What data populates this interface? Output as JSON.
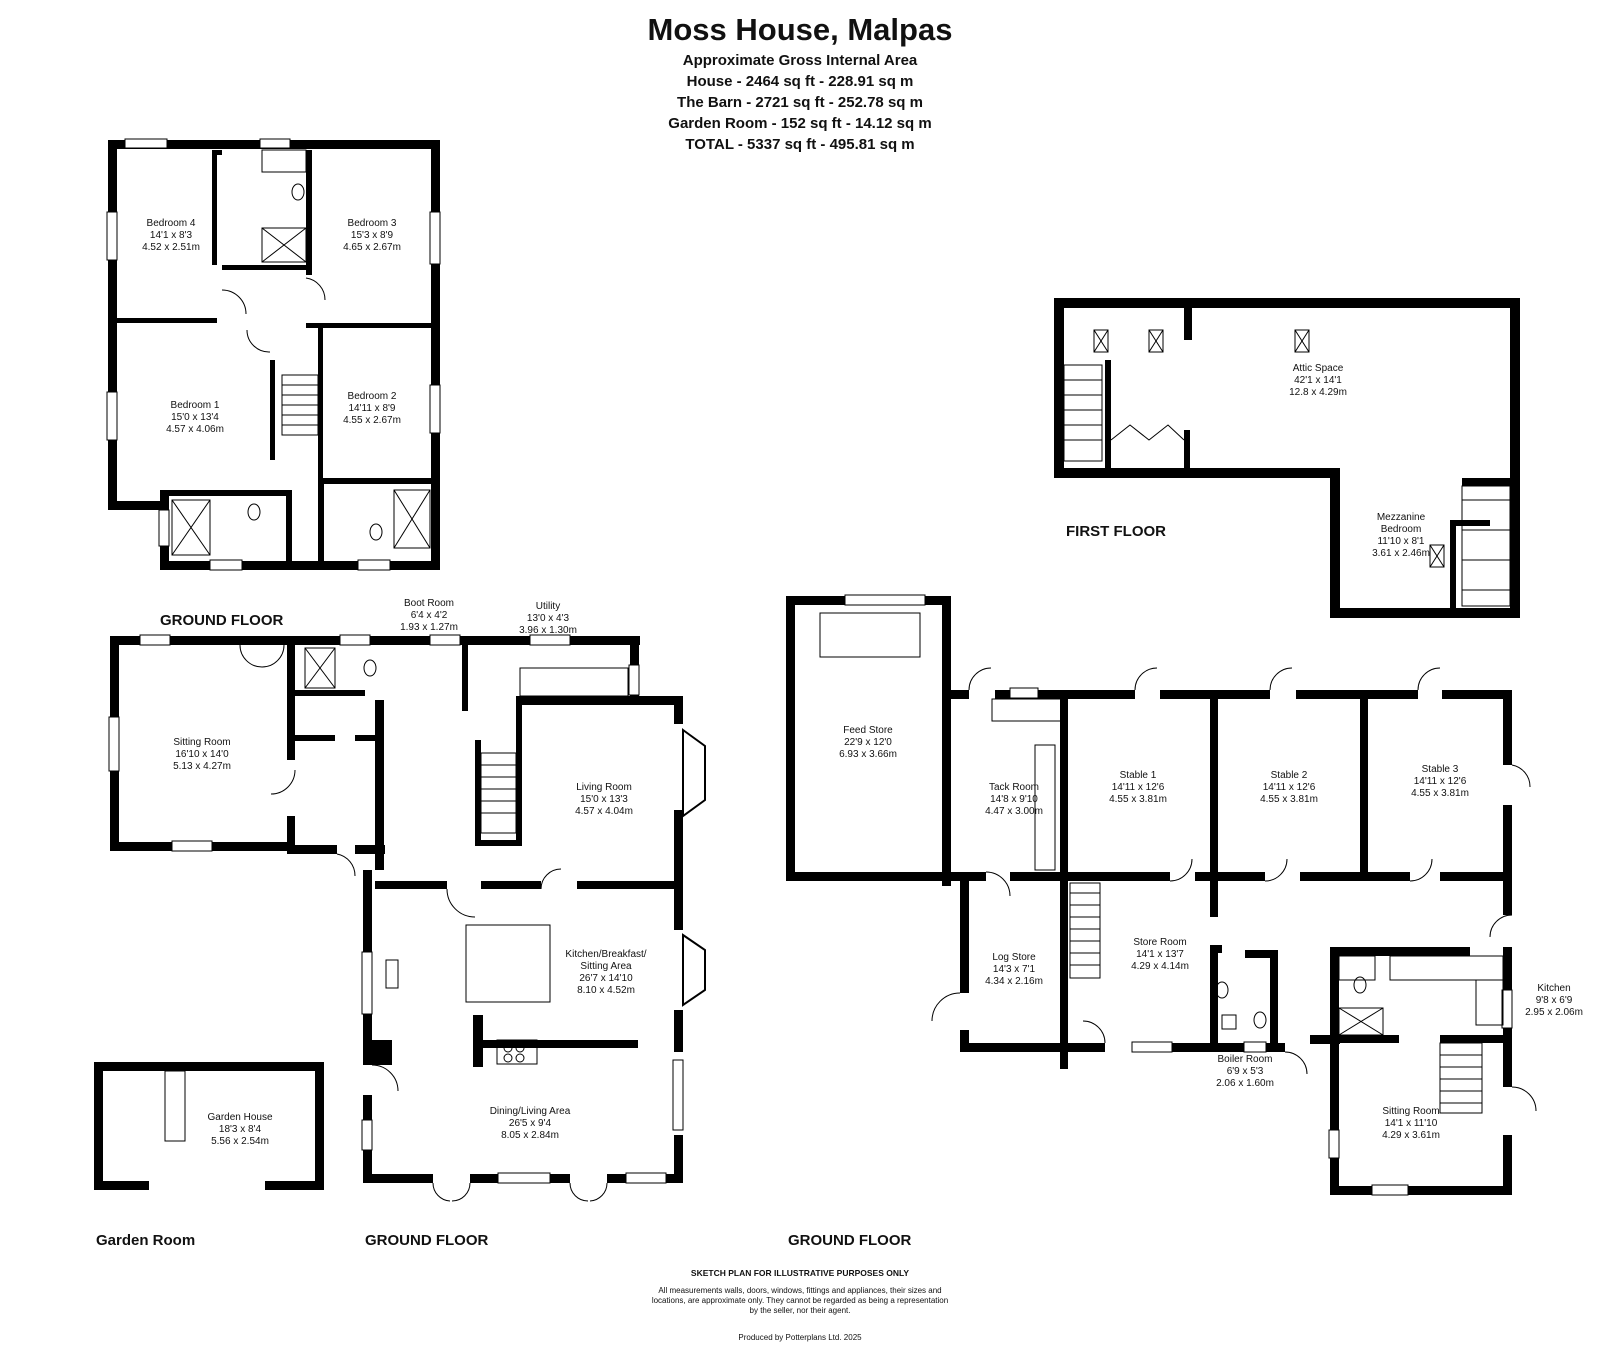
{
  "header": {
    "title": "Moss House, Malpas",
    "lines": [
      "Approximate Gross Internal Area",
      "House - 2464 sq ft - 228.91 sq m",
      "The Barn - 2721 sq ft - 252.78 sq m",
      "Garden Room - 152 sq ft - 14.12 sq m",
      "TOTAL - 5337 sq ft - 495.81 sq m"
    ]
  },
  "floors": {
    "house_first": "GROUND FLOOR",
    "house_ground": "GROUND FLOOR",
    "garden_room": "Garden Room",
    "barn_first": "FIRST FLOOR",
    "barn_ground": "GROUND FLOOR"
  },
  "rooms": {
    "bedroom4": {
      "name": "Bedroom 4",
      "imp": "14'1 x 8'3",
      "met": "4.52 x 2.51m"
    },
    "bedroom3": {
      "name": "Bedroom 3",
      "imp": "15'3 x 8'9",
      "met": "4.65 x 2.67m"
    },
    "bedroom1": {
      "name": "Bedroom 1",
      "imp": "15'0 x 13'4",
      "met": "4.57 x 4.06m"
    },
    "bedroom2": {
      "name": "Bedroom 2",
      "imp": "14'11 x 8'9",
      "met": "4.55 x 2.67m"
    },
    "boot": {
      "name": "Boot Room",
      "imp": "6'4 x 4'2",
      "met": "1.93 x 1.27m"
    },
    "utility": {
      "name": "Utility",
      "imp": "13'0 x 4'3",
      "met": "3.96 x 1.30m"
    },
    "sitting": {
      "name": "Sitting Room",
      "imp": "16'10 x 14'0",
      "met": "5.13 x 4.27m"
    },
    "living": {
      "name": "Living Room",
      "imp": "15'0 x 13'3",
      "met": "4.57 x 4.04m"
    },
    "kitchen": {
      "name": "Kitchen/Breakfast/",
      "name2": "Sitting Area",
      "imp": "26'7 x 14'10",
      "met": "8.10 x 4.52m"
    },
    "dining": {
      "name": "Dining/Living Area",
      "imp": "26'5 x 9'4",
      "met": "8.05 x 2.84m"
    },
    "garden": {
      "name": "Garden House",
      "imp": "18'3 x 8'4",
      "met": "5.56 x 2.54m"
    },
    "attic": {
      "name": "Attic Space",
      "imp": "42'1 x 14'1",
      "met": "12.8 x 4.29m"
    },
    "mezz": {
      "name": "Mezzanine",
      "name2": "Bedroom",
      "imp": "11'10 x 8'1",
      "met": "3.61 x 2.46m"
    },
    "feed": {
      "name": "Feed Store",
      "imp": "22'9 x 12'0",
      "met": "6.93 x 3.66m"
    },
    "tack": {
      "name": "Tack Room",
      "imp": "14'8 x 9'10",
      "met": "4.47 x 3.00m"
    },
    "stable1": {
      "name": "Stable 1",
      "imp": "14'11 x 12'6",
      "met": "4.55 x 3.81m"
    },
    "stable2": {
      "name": "Stable 2",
      "imp": "14'11 x 12'6",
      "met": "4.55 x 3.81m"
    },
    "stable3": {
      "name": "Stable 3",
      "imp": "14'11 x 12'6",
      "met": "4.55 x 3.81m"
    },
    "log": {
      "name": "Log Store",
      "imp": "14'3 x 7'1",
      "met": "4.34 x 2.16m"
    },
    "store": {
      "name": "Store Room",
      "imp": "14'1 x 13'7",
      "met": "4.29 x 4.14m"
    },
    "boiler": {
      "name": "Boiler Room",
      "imp": "6'9 x 5'3",
      "met": "2.06 x 1.60m"
    },
    "bkitchen": {
      "name": "Kitchen",
      "imp": "9'8 x 6'9",
      "met": "2.95 x 2.06m"
    },
    "bsitting": {
      "name": "Sitting Room",
      "imp": "14'1 x 11'10",
      "met": "4.29 x 3.61m"
    }
  },
  "footer": {
    "title": "SKETCH PLAN FOR ILLUSTRATIVE PURPOSES ONLY",
    "disclaimer": "All measurements walls, doors, windows, fittings and appliances, their sizes and locations, are approximate only. They cannot be regarded as being a representation by the seller, nor their agent.",
    "produced": "Produced by Potterplans Ltd. 2025"
  }
}
